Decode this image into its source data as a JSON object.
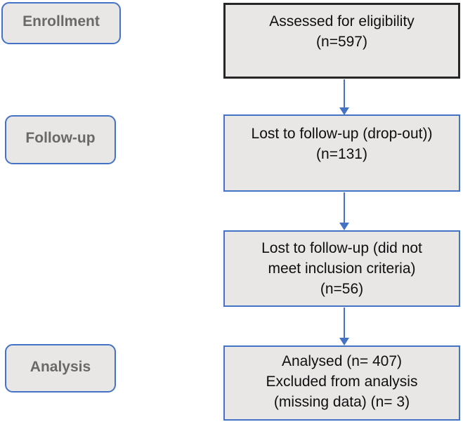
{
  "diagram": {
    "stages": [
      {
        "label": "Enrollment"
      },
      {
        "label": "Follow-up"
      },
      {
        "label": "Analysis"
      }
    ],
    "boxes": [
      {
        "lines": [
          "Assessed for eligibility",
          "(n=597)"
        ]
      },
      {
        "lines": [
          "Lost to follow-up (drop-out))",
          "(n=131)"
        ]
      },
      {
        "lines": [
          "Lost to follow-up (did not",
          "meet inclusion criteria)",
          "(n=56)"
        ]
      },
      {
        "lines": [
          "Analysed (n= 407)",
          "Excluded from analysis",
          "(missing data) (n= 3)"
        ]
      }
    ],
    "colors": {
      "accent_blue": "#4472C4",
      "dark_border": "#262626",
      "box_fill": "#E8E7E6",
      "stage_text": "#6B6968",
      "body_text": "#0F0F0F"
    }
  }
}
